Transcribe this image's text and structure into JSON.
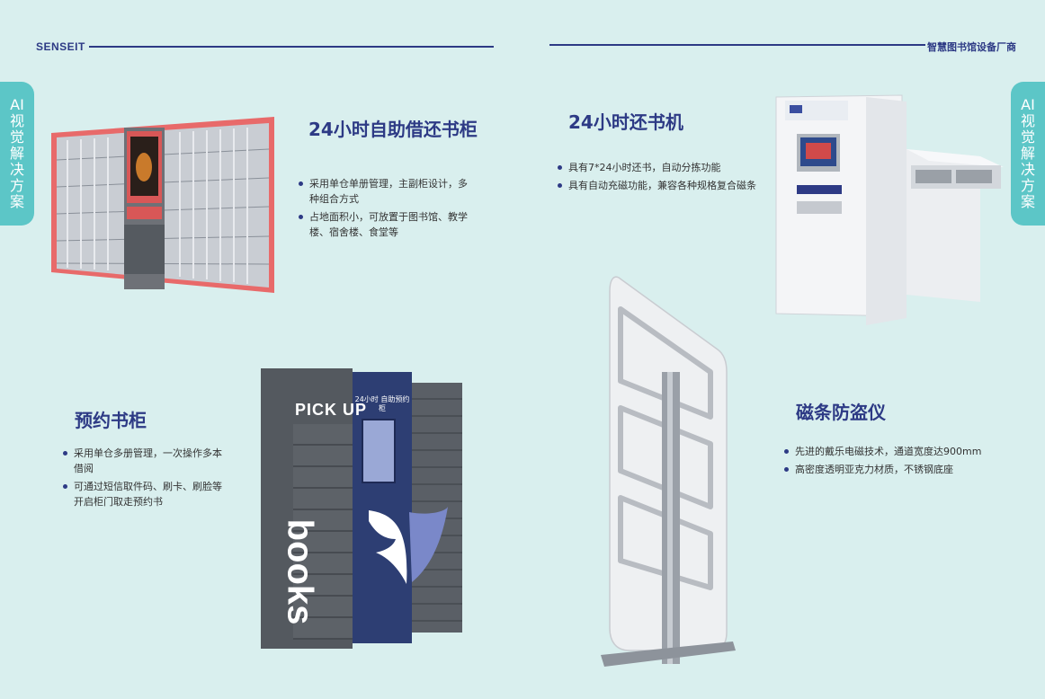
{
  "header": {
    "brand": "SENSEIT",
    "tagline": "智慧图书馆设备厂商"
  },
  "side_tab": {
    "chars": [
      "AI",
      "视",
      "觉",
      "解",
      "决",
      "方",
      "案"
    ]
  },
  "products": [
    {
      "title": "24小时自助借还书柜",
      "bullets": [
        "采用单仓单册管理，主副柜设计，多种组合方式",
        "占地面积小，可放置于图书馆、教学楼、宿舍楼、食堂等"
      ]
    },
    {
      "title": "24小时还书机",
      "bullets": [
        "具有7*24小时还书，自动分拣功能",
        "具有自动充磁功能，兼容各种规格复合磁条"
      ]
    },
    {
      "title": "预约书柜",
      "bullets": [
        "采用单仓多册管理，一次操作多本借阅",
        "可通过短信取件码、刷卡、刷脸等开启柜门取走预约书"
      ]
    },
    {
      "title": "磁条防盗仪",
      "bullets": [
        "先进的戴乐电磁技术，通道宽度达900mm",
        "高密度透明亚克力材质，不锈钢底座"
      ]
    }
  ],
  "images": {
    "locker_pickup": "PICK UP",
    "locker_books": "books",
    "locker_brand": "24小时 自助预约柜"
  },
  "colors": {
    "background": "#d9efee",
    "accent": "#2d3a85",
    "tab": "#5cc6c7",
    "shelf_frame": "#e86a6a"
  }
}
